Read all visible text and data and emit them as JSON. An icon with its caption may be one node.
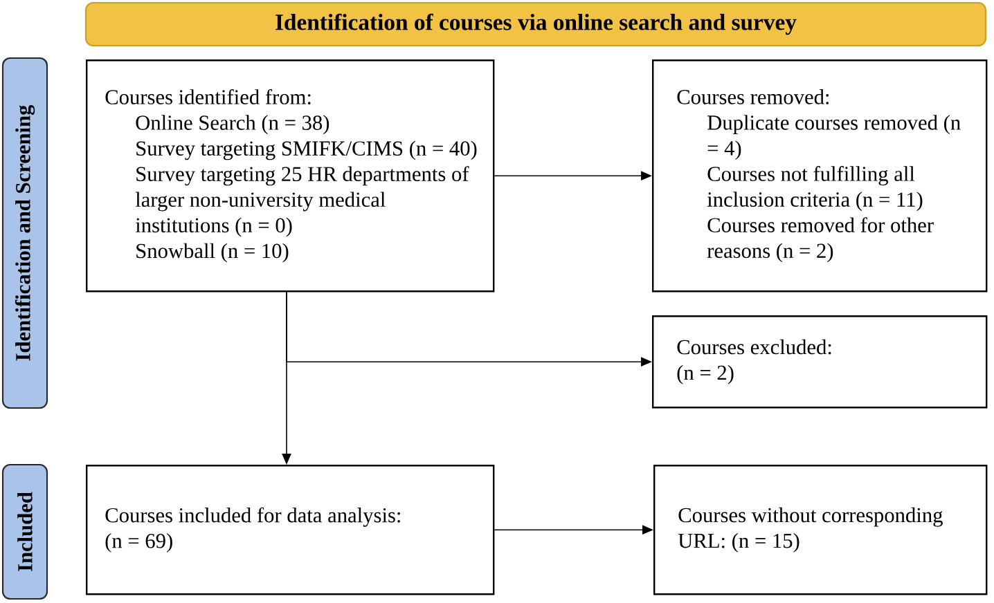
{
  "diagram": {
    "nodes": [
      {
        "text": [
          "Identification of courses via online search and survey"
        ]
      },
      {
        "text": [
          "Identification and Screening"
        ]
      },
      {
        "text": [
          "Included"
        ]
      },
      {
        "text": [
          "Courses identified from:",
          "Online Search (n = 38)",
          "Survey targeting SMIFK/CIMS (n = 40)",
          "Survey targeting 25 HR departments of larger non-university medical institutions (n = 0)",
          "Snowball (n = 10)"
        ]
      },
      {
        "text": [
          "Courses removed:",
          "Duplicate courses removed (n = 4)",
          "Courses not fulfilling all inclusion criteria (n = 11)",
          "Courses removed for other reasons (n = 2)"
        ]
      },
      {
        "text": [
          "Courses excluded:",
          "(n = 2)"
        ]
      },
      {
        "text": [
          "Courses included for data analysis:",
          "(n = 69)"
        ]
      },
      {
        "text": [
          "Courses without corresponding URL: (n = 15)"
        ]
      }
    ],
    "edges": [
      {
        "from": 3,
        "to": 4,
        "arrow": "to"
      },
      {
        "from": 3,
        "to": 5,
        "arrow": "to"
      },
      {
        "from": 3,
        "to": 6,
        "arrow": "to"
      },
      {
        "from": 6,
        "to": 7,
        "arrow": "to"
      }
    ]
  }
}
